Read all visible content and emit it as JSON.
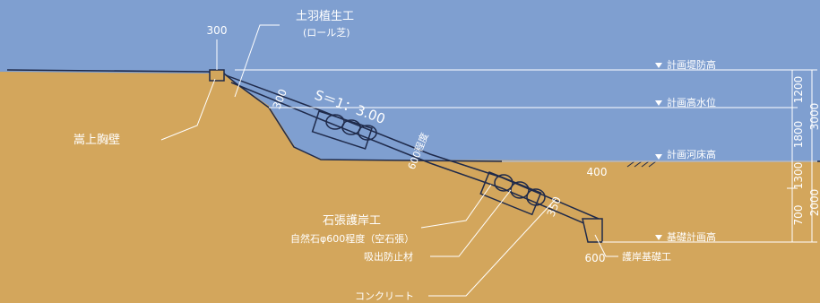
{
  "diagram": {
    "labels": {
      "grass_work": "土羽植生工",
      "grass_work_sub": "(ロール芝)",
      "parapet": "嵩上胸壁",
      "stone_work": "石張護岸工",
      "stone_work_sub": "自然石φ600程度（空石張）",
      "suction_prevent": "吸出防止材",
      "concrete": "コンクリート",
      "foundation_work": "護岸基礎工"
    },
    "levels": {
      "embankment": "計画堤防高",
      "water": "計画高水位",
      "riverbed": "計画河床高",
      "foundation": "基礎計画高"
    },
    "slope": {
      "ratio": "S＝1：3.00",
      "extent": "600程度"
    },
    "dims": {
      "d300_top": "300",
      "d300_slope": "300",
      "d350": "350",
      "d400": "400",
      "d600": "600",
      "v1200": "1200",
      "v1800": "1800",
      "v1300": "1300",
      "v700": "700",
      "v3000": "3000",
      "v2000": "2000"
    },
    "colors": {
      "sky": "#7f9fd0",
      "soil": "#d3a65c",
      "ink": "#1f2a4a",
      "label": "#ffffff"
    }
  }
}
